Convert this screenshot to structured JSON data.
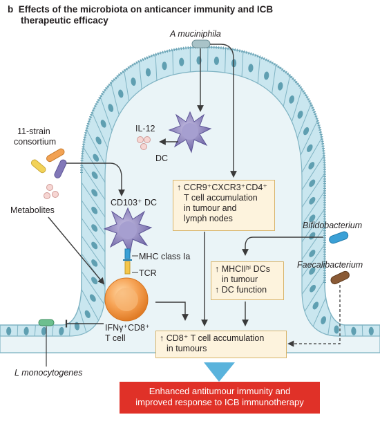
{
  "figure": {
    "panel_letter": "b",
    "title_line1": "Effects of the microbiota on anticancer immunity and ICB",
    "title_line2": "therapeutic efficacy"
  },
  "labels": {
    "a_muciniphila": "A muciniphila",
    "il12": "IL-12",
    "dc": "DC",
    "consortium_line1": "11-strain",
    "consortium_line2": "consortium",
    "cd103_dc": "CD103⁺ DC",
    "metabolites": "Metabolites",
    "mhc_class_ia": "MHC class Ia",
    "tcr": "TCR",
    "ifn_cd8_line1": "IFNγ⁺CD8⁺",
    "ifn_cd8_line2": "T cell",
    "l_monocytogenes": "L monocytogenes",
    "bifidobacterium": "Bifidobacterium",
    "faecalibacterium": "Faecalibacterium"
  },
  "boxes": {
    "ccr9_line1": "↑ CCR9⁺CXCR3⁺CD4⁺",
    "ccr9_line2": "T cell accumulation",
    "ccr9_line3": "in tumour and",
    "ccr9_line4": "lymph nodes",
    "mhcii_line1": "↑ MHCIIʰⁱ DCs",
    "mhcii_line2": "in tumour",
    "mhcii_line3": "↑ DC function",
    "cd8_line1": "↑ CD8⁺ T cell accumulation",
    "cd8_line2": "in tumours"
  },
  "result": {
    "line1": "Enhanced antitumour immunity and",
    "line2": "improved response to ICB immunotherapy"
  },
  "colors": {
    "epithelium": "#c9e6ef",
    "cell_border": "#7fb3c3",
    "nucleus": "#4c92a6",
    "lumen": "#e9f3f6",
    "dc_purple": "#8c82bb",
    "t_cell_orange": "#f39a4f",
    "result_red": "#e03128",
    "box_fill": "#fdf3dd",
    "arrow": "#3a3a3a"
  }
}
